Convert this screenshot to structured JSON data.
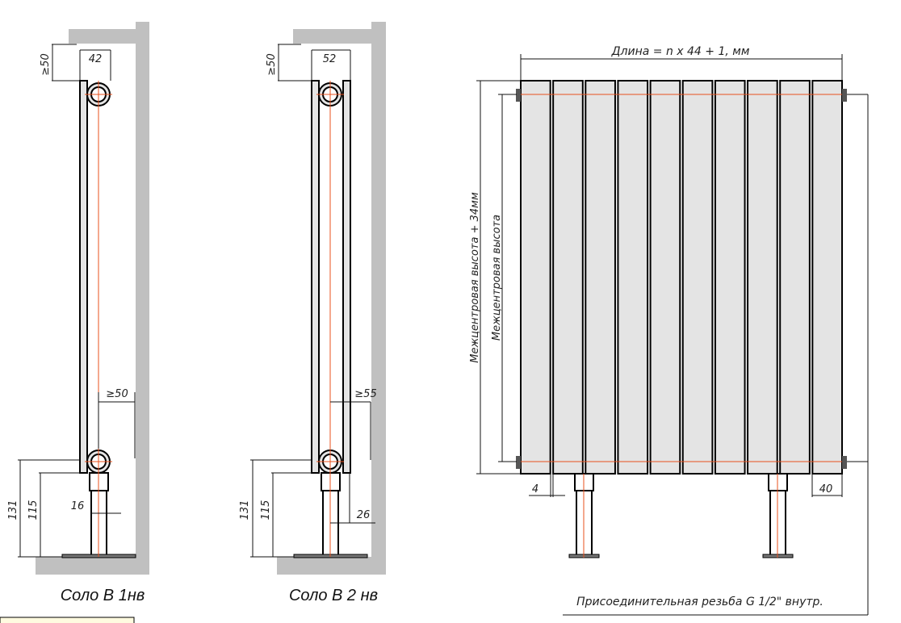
{
  "left_view_1": {
    "caption": "Соло В 1нв",
    "dim_top_clearance": "≥50",
    "dim_depth": "42",
    "dim_wall_clearance": "≥50",
    "dim_pipe_offset": "16",
    "dim_height_axis": "131",
    "dim_height_bottom": "115"
  },
  "left_view_2": {
    "caption": "Соло В 2 нв",
    "dim_top_clearance": "≥50",
    "dim_depth": "52",
    "dim_wall_clearance": "≥55",
    "dim_pipe_offset": "26",
    "dim_height_axis": "131",
    "dim_height_bottom": "115"
  },
  "front_view": {
    "dim_length": "Длина = n x 44 + 1, мм",
    "dim_total_height": "Межцентровая высота + 34мм",
    "dim_center_height": "Межцентровая высота",
    "dim_gap": "4",
    "dim_leg_offset": "40",
    "section_count": 10,
    "note": "Присоединительная резьба G 1/2\" внутр."
  },
  "colors": {
    "wall": "#c0c0c0",
    "panel": "#e4e4e4",
    "axis": "#e8501e"
  }
}
